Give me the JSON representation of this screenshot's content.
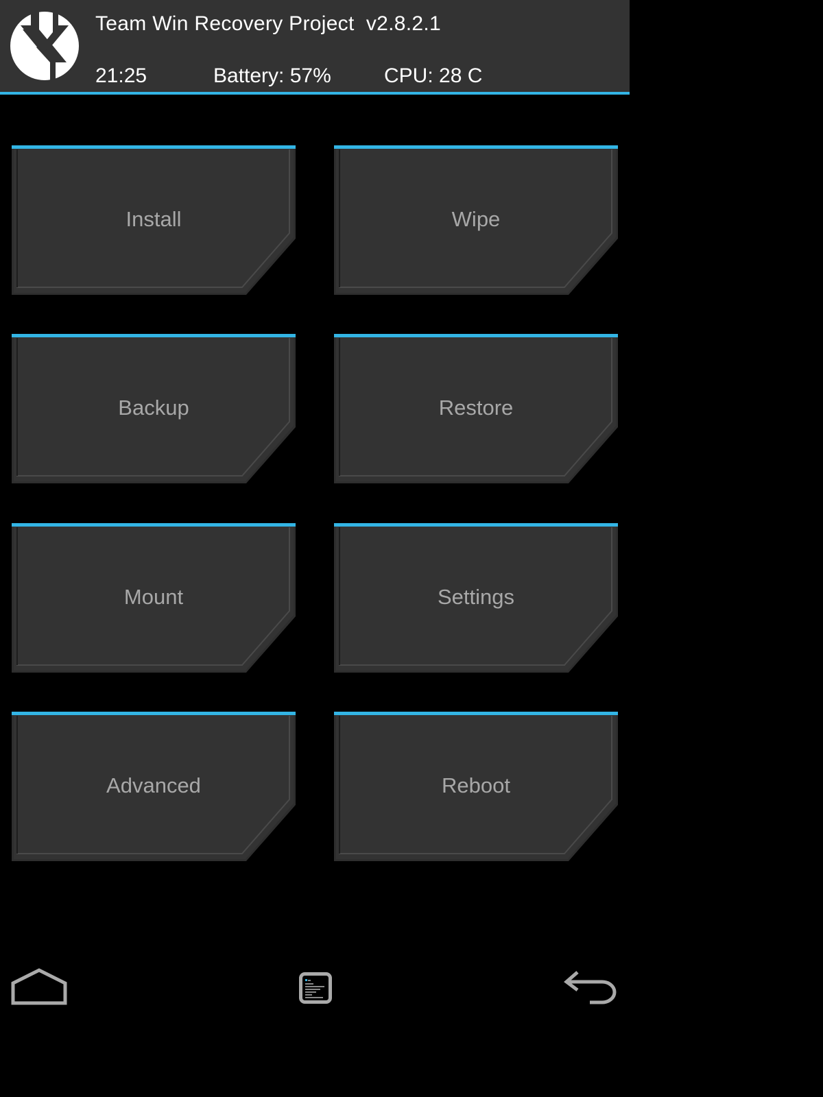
{
  "header": {
    "title": "Team Win Recovery Project  v2.8.2.1",
    "time": "21:25",
    "battery": "Battery: 57%",
    "cpu": "CPU: 28 C"
  },
  "buttons": [
    {
      "label": "Install"
    },
    {
      "label": "Wipe"
    },
    {
      "label": "Backup"
    },
    {
      "label": "Restore"
    },
    {
      "label": "Mount"
    },
    {
      "label": "Settings"
    },
    {
      "label": "Advanced"
    },
    {
      "label": "Reboot"
    }
  ],
  "nav": {
    "home_icon": "home-icon",
    "console_icon": "console-icon",
    "back_icon": "back-icon"
  },
  "colors": {
    "accent": "#33b5e5",
    "header_bg": "#333333",
    "button_bg": "#333333",
    "button_text": "#a8a8a8"
  }
}
